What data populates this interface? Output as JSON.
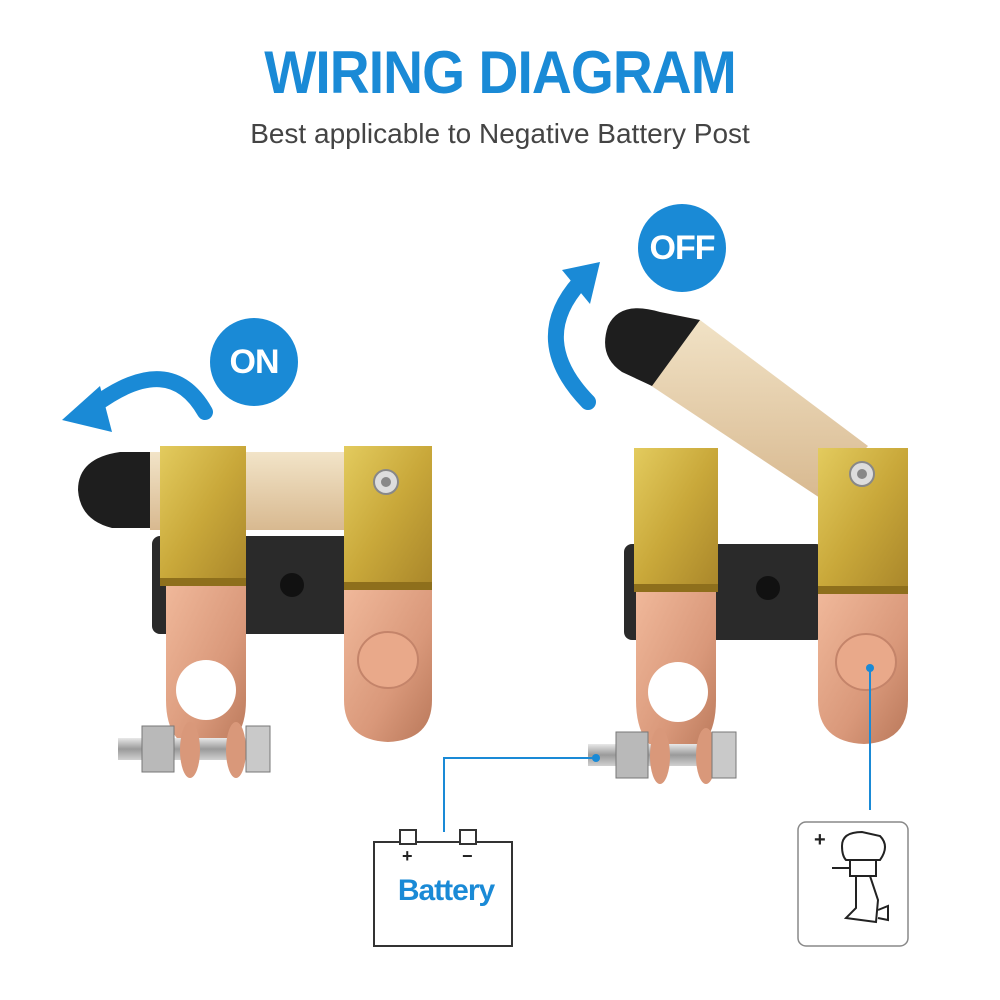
{
  "header": {
    "title": "WIRING DIAGRAM",
    "subtitle": "Best applicable to Negative Battery Post"
  },
  "states": {
    "on_label": "ON",
    "off_label": "OFF"
  },
  "battery": {
    "label": "Battery",
    "positive_sign": "+",
    "negative_sign": "−"
  },
  "motor": {
    "positive_sign": "+",
    "icon": "outboard-motor-icon"
  },
  "colors": {
    "accent": "#1a8ad6",
    "brass": "#c9a83a",
    "copper": "#d9987a",
    "rubber": "#2a2a2a"
  }
}
